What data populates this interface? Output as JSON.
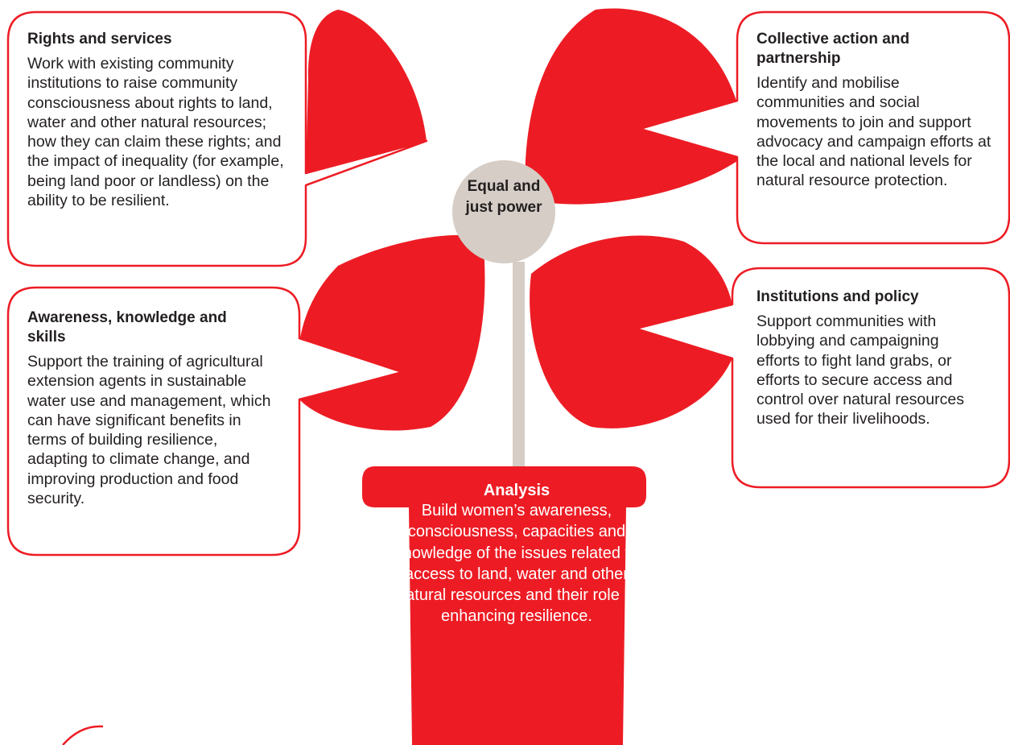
{
  "colors": {
    "petal": "#ed1c24",
    "centre": "#d5cdc6",
    "stem": "#d5cdc6",
    "pot": "#ed1c24",
    "outline": "#ed1c24"
  },
  "centre": {
    "label": "Equal and just power"
  },
  "pot": {
    "title": "Analysis",
    "text": "Build women’s awareness, consciousness, capacities and knowledge of the issues related to access to land, water and other natural resources and their role in enhancing resilience."
  },
  "callouts": {
    "rights": {
      "title": "Rights and services",
      "text": "Work with existing community institutions to raise community consciousness about rights to land, water and other natural resources; how they can claim these rights; and the impact of inequality (for example, being land poor or landless) on the ability to be resilient."
    },
    "collective": {
      "title": "Collective action and partnership",
      "text": "Identify and mobilise communities and social movements to join and support advocacy and campaign efforts at the local and national levels for natural resource protection."
    },
    "awareness": {
      "title": "Awareness, knowledge and skills",
      "text": "Support the training of agricultural extension agents in sustainable water use and management, which can have significant benefits in terms of building resilience, adapting to climate change, and improving production and food security."
    },
    "institutions": {
      "title": "Institutions and policy",
      "text": "Support communities with lobbying and campaigning efforts to fight land grabs, or efforts to secure access and control over natural resources used for their livelihoods."
    }
  }
}
